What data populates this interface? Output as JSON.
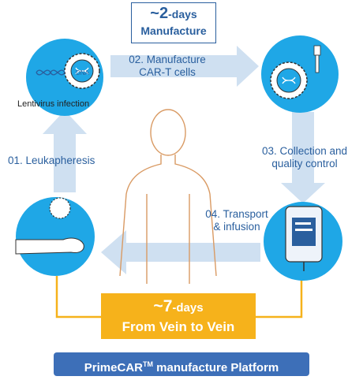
{
  "top_box": {
    "approx": "~",
    "number": "2",
    "unit": "-days",
    "label": "Manufacture"
  },
  "steps": {
    "s1": "01. Leukapheresis",
    "s2_line1": "02. Manufacture",
    "s2_line2": "CAR-T cells",
    "s3_line1": "03. Collection and",
    "s3_line2": "quality control",
    "s4_line1": "04. Transport",
    "s4_line2": "& infusion"
  },
  "lentivirus_label": "Lentivirus infection",
  "dna_label": "DNA",
  "bottom_box": {
    "approx": "~",
    "number": "7",
    "unit": "-days",
    "label": "From Vein to Vein"
  },
  "platform": {
    "name": "PrimeCAR",
    "sup": "TM",
    "rest": " manufacture Platform"
  },
  "colors": {
    "circle": "#1fa7e6",
    "arrow": "#cfe0f1",
    "text_blue": "#2a5f9e",
    "orange": "#f6b21b",
    "platform_bg": "#3d6fb8",
    "body_outline": "#d99a63"
  }
}
